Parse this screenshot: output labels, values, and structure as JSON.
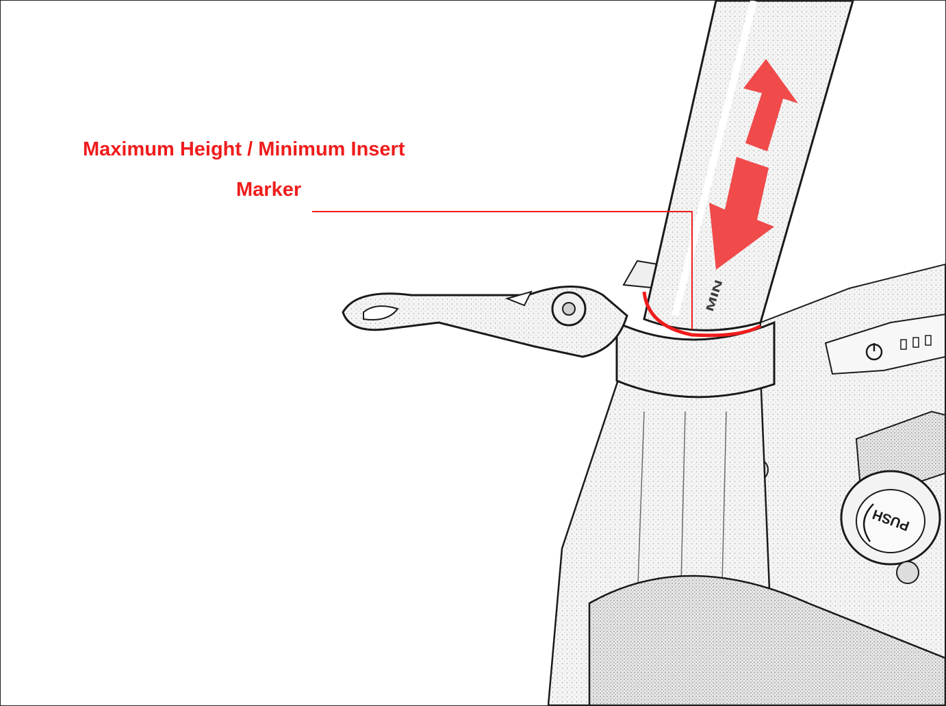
{
  "annotation": {
    "line1": "Maximum Height / Minimum Insert",
    "line2": "Marker"
  },
  "colors": {
    "accent": "#ef1c1c",
    "arrow": "#f04a4a",
    "sketch_line": "#1a1a1a",
    "sketch_fill": "#f2f2f2"
  },
  "icons": {
    "adjust_arrows": "double-headed-arrow-icon",
    "power_button": "power-icon",
    "push_release": "push-button-icon"
  },
  "embossed_text": {
    "post_marking": "MIN",
    "release_cap": "PUSH"
  }
}
